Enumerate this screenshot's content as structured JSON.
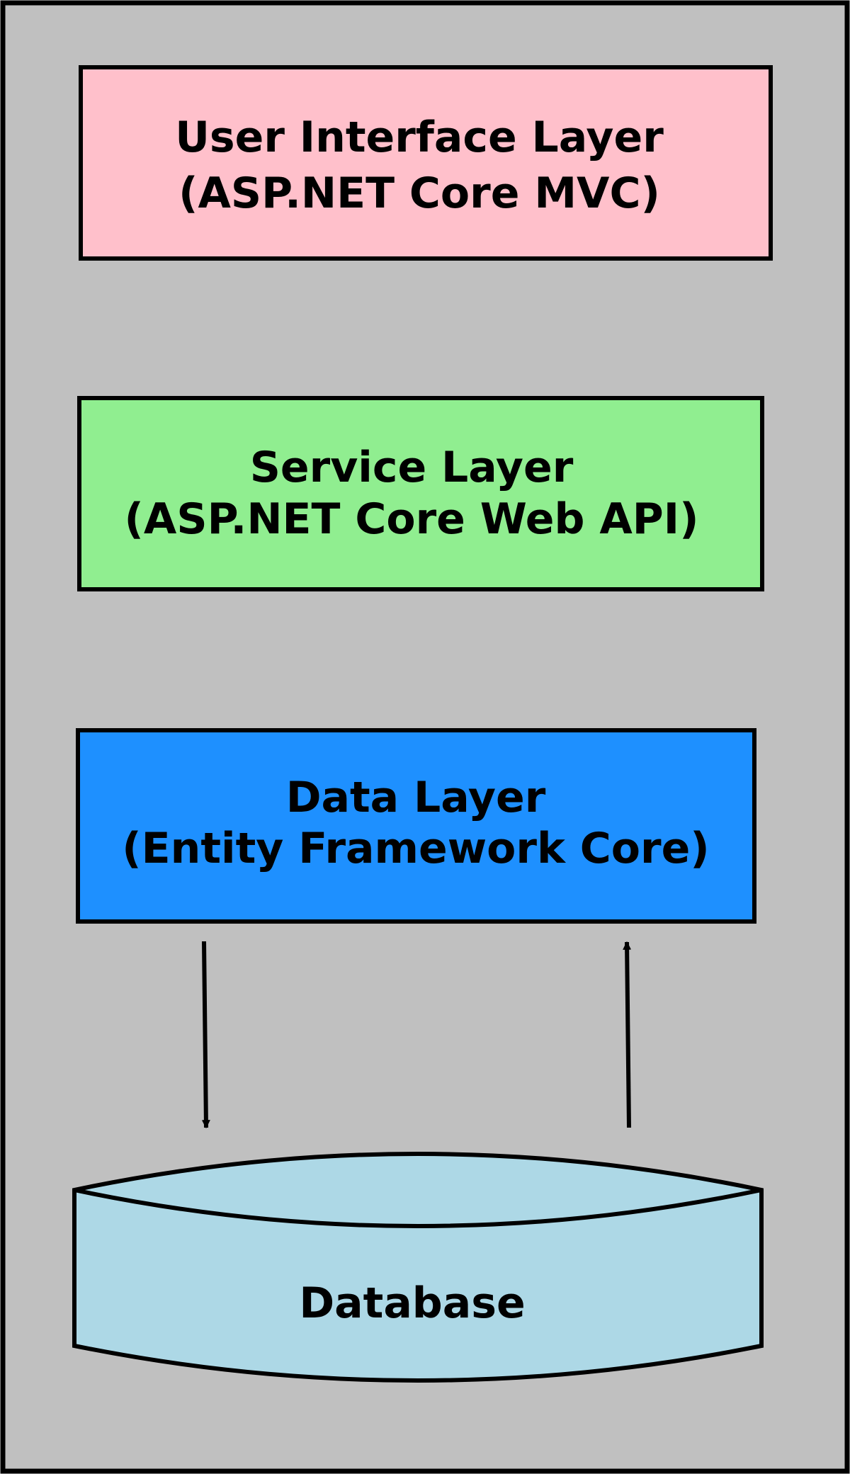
{
  "diagram": {
    "background_color": "#c0c0c0",
    "layers": [
      {
        "id": "ui",
        "line1": "User Interface Layer",
        "line2": "(ASP.NET Core MVC)",
        "color": "#ffc0cb"
      },
      {
        "id": "service",
        "line1": "Service Layer",
        "line2": "(ASP.NET Core Web API)",
        "color": "#90ee90"
      },
      {
        "id": "data",
        "line1": "Data Layer",
        "line2": "(Entity Framework Core)",
        "color": "#1e90ff"
      }
    ],
    "database": {
      "label": "Database",
      "color": "#add8e6"
    },
    "arrows": [
      {
        "from": "data",
        "to": "database",
        "direction": "down"
      },
      {
        "from": "database",
        "to": "data",
        "direction": "up"
      }
    ]
  }
}
